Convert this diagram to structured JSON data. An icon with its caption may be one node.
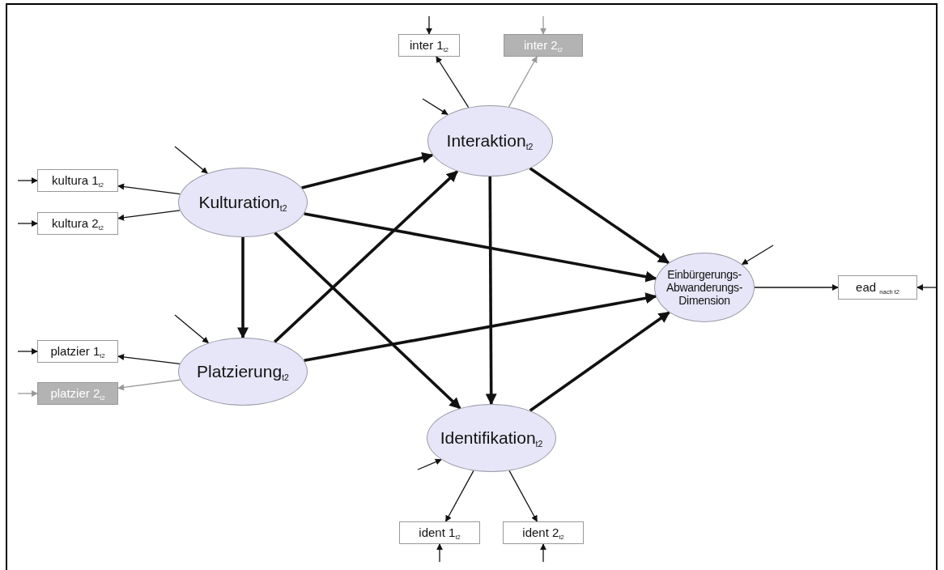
{
  "diagram": {
    "nodes": [
      {
        "text": [
          "inter 1$_{t2}$"
        ]
      },
      {
        "text": [
          "inter 2$_{t2}$"
        ]
      },
      {
        "text": [
          "Interaktion$_{t2}$"
        ]
      },
      {
        "text": [
          "kultura 1$_{t2}$"
        ]
      },
      {
        "text": [
          "Kulturation$_{t2}$"
        ]
      },
      {
        "text": [
          "kultura 2$_{t2}$"
        ]
      },
      {
        "text": [
          "Einbürgerungs- Abwanderungs- Dimension"
        ]
      },
      {
        "text": [
          "ead $_{nach t2}$"
        ]
      },
      {
        "text": [
          "platzier 1$_{t2}$"
        ]
      },
      {
        "text": [
          "Platzierung$_{t2}$"
        ]
      },
      {
        "text": [
          "platzier 2$_{t2}$"
        ]
      },
      {
        "text": [
          "Identifikation$_{t2}$"
        ]
      },
      {
        "text": [
          "ident 1$_{t2}$"
        ]
      },
      {
        "text": [
          "ident 2$_{t2}$"
        ]
      }
    ],
    "edges": [
      {
        "from": 2,
        "to": 0,
        "arrow": "to"
      },
      {
        "from": 2,
        "to": 1,
        "arrow": "to",
        "color": "#999999"
      },
      {
        "from": 4,
        "to": 3,
        "arrow": "to"
      },
      {
        "from": 4,
        "to": 5,
        "arrow": "to"
      },
      {
        "from": 9,
        "to": 8,
        "arrow": "to"
      },
      {
        "from": 9,
        "to": 10,
        "arrow": "to",
        "color": "#999999"
      },
      {
        "from": 11,
        "to": 12,
        "arrow": "to"
      },
      {
        "from": 11,
        "to": 13,
        "arrow": "to"
      },
      {
        "from": 6,
        "to": 7,
        "arrow": "to"
      },
      {
        "from": 4,
        "to": 9,
        "arrow": "to",
        "style": "thick"
      },
      {
        "from": 4,
        "to": 2,
        "arrow": "to",
        "style": "thick"
      },
      {
        "from": 4,
        "to": 11,
        "arrow": "to",
        "style": "thick"
      },
      {
        "from": 4,
        "to": 6,
        "arrow": "to",
        "style": "thick"
      },
      {
        "from": 9,
        "to": 2,
        "arrow": "to",
        "style": "thick"
      },
      {
        "from": 9,
        "to": 6,
        "arrow": "to",
        "style": "thick"
      },
      {
        "from": 2,
        "to": 11,
        "arrow": "to",
        "style": "thick"
      },
      {
        "from": 2,
        "to": 6,
        "arrow": "to",
        "style": "thick"
      },
      {
        "from": 11,
        "to": 6,
        "arrow": "to",
        "style": "thick"
      },
      {
        "from": null,
        "to": 0,
        "arrow": "to"
      },
      {
        "from": null,
        "to": 1,
        "arrow": "to",
        "color": "#999999"
      },
      {
        "from": null,
        "to": 2,
        "arrow": "to"
      },
      {
        "from": null,
        "to": 3,
        "arrow": "to"
      },
      {
        "from": null,
        "to": 4,
        "arrow": "to"
      },
      {
        "from": null,
        "to": 5,
        "arrow": "to"
      },
      {
        "from": null,
        "to": 6,
        "arrow": "to"
      },
      {
        "from": null,
        "to": 7,
        "arrow": "to"
      },
      {
        "from": null,
        "to": 8,
        "arrow": "to"
      },
      {
        "from": null,
        "to": 9,
        "arrow": "to"
      },
      {
        "from": null,
        "to": 10,
        "arrow": "to",
        "color": "#999999"
      },
      {
        "from": null,
        "to": 11,
        "arrow": "to"
      },
      {
        "from": null,
        "to": 12,
        "arrow": "to"
      },
      {
        "from": null,
        "to": 13,
        "arrow": "to"
      }
    ]
  }
}
